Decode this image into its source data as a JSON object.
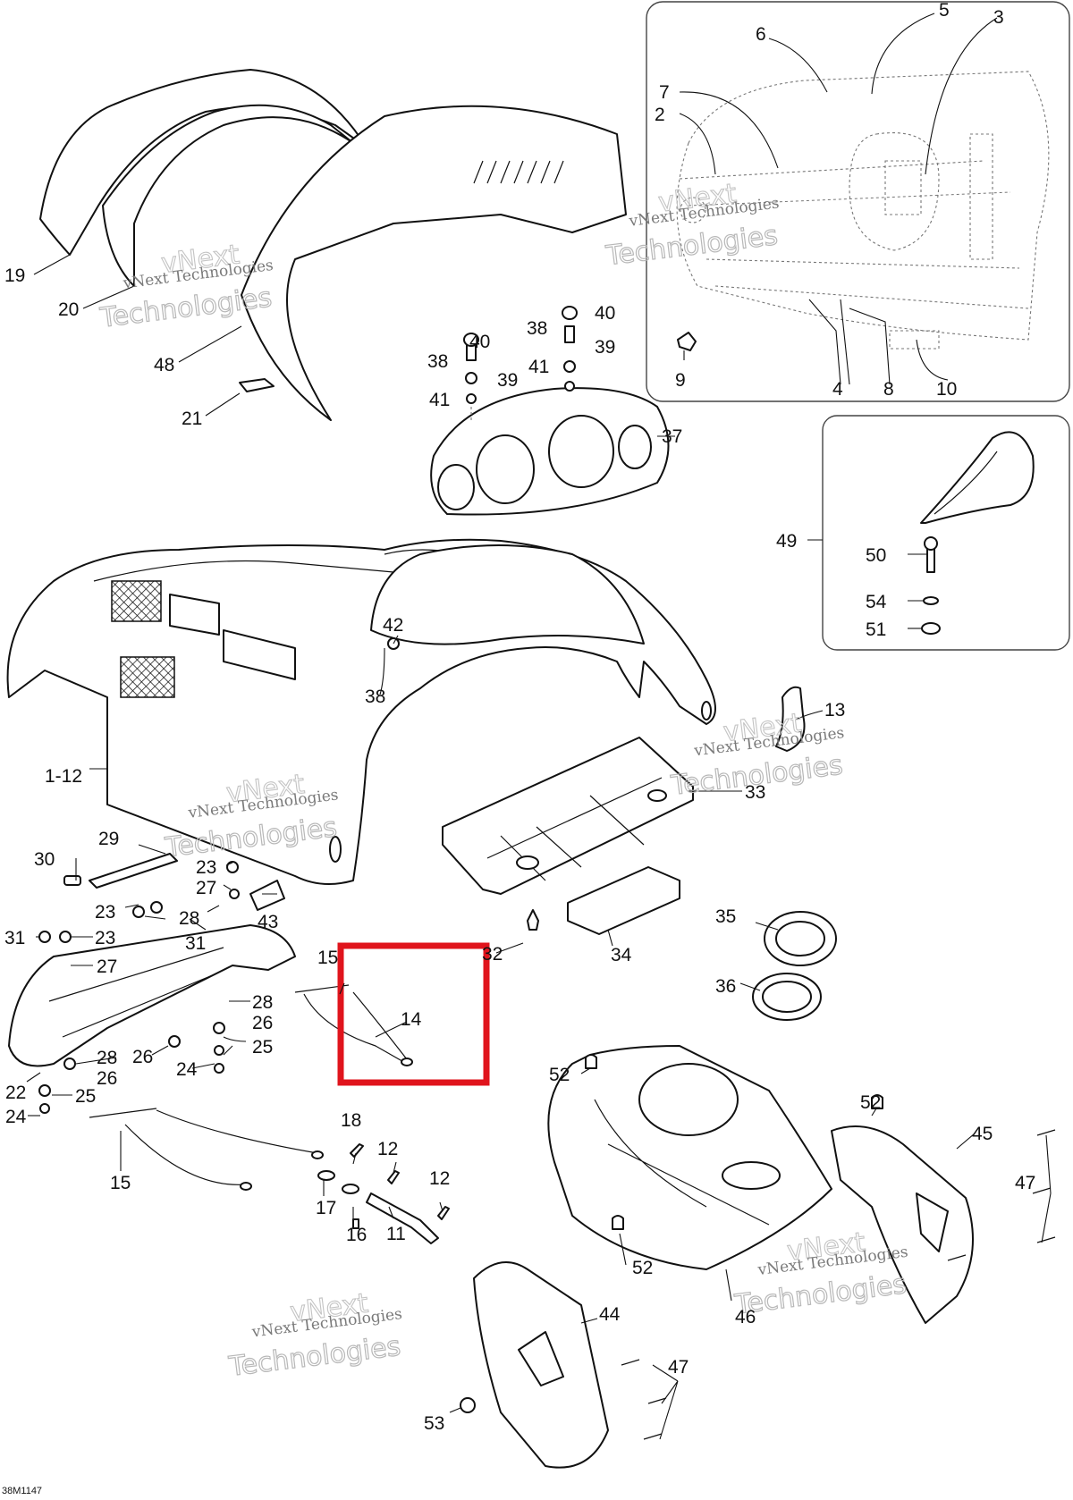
{
  "drawing_code": "38M1147",
  "watermark": {
    "line1": "vNext",
    "line2": "vNext Technologies",
    "line3": "Technologies"
  },
  "highlight_color": "#e0141c",
  "labels": [
    "1-12",
    "2",
    "3",
    "4",
    "5",
    "6",
    "7",
    "8",
    "9",
    "10",
    "11",
    "12",
    "13",
    "14",
    "15",
    "16",
    "17",
    "18",
    "19",
    "20",
    "21",
    "22",
    "23",
    "24",
    "25",
    "26",
    "27",
    "28",
    "29",
    "30",
    "31",
    "32",
    "33",
    "34",
    "35",
    "36",
    "37",
    "38",
    "39",
    "40",
    "41",
    "42",
    "43",
    "44",
    "45",
    "46",
    "47",
    "48",
    "49",
    "50",
    "51",
    "52",
    "53",
    "54"
  ]
}
